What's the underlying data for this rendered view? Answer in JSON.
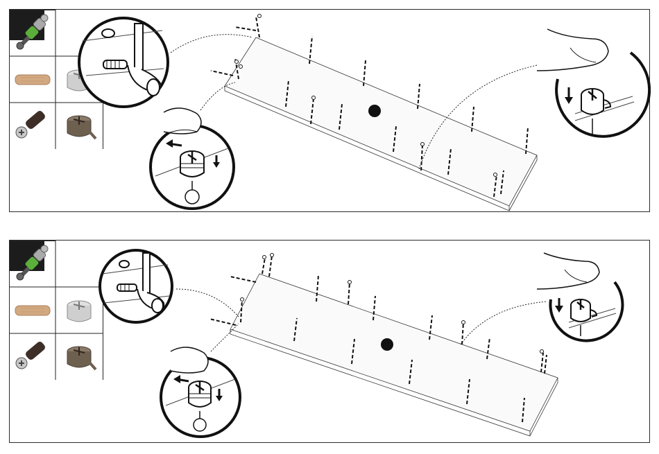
{
  "page": {
    "title": ""
  },
  "colors": {
    "ink": "#1a1a1a",
    "step_box": "#1c1c1c",
    "cam_green": "#5cae3a",
    "dowel_wood": "#d3a982",
    "metal": "#b9b9b9",
    "dark_metal": "#4a4038"
  },
  "panels": [
    {
      "step_label": "",
      "parts": [
        {
          "name": "cam-bolt-green",
          "icon": "cam-bolt-icon"
        },
        {
          "name": "wood-dowel",
          "icon": "wood-dowel-icon"
        },
        {
          "name": "cam-lock-silver",
          "icon": "cam-lock-icon"
        },
        {
          "name": "screw-dowel",
          "icon": "screw-dowel-icon"
        },
        {
          "name": "cam-lock-bronze",
          "icon": "cam-lock-bronze-icon"
        }
      ],
      "details": [
        "dowel-insert-detail",
        "cam-turn-detail",
        "cam-press-detail"
      ]
    },
    {
      "step_label": "",
      "parts": [
        {
          "name": "cam-bolt-green",
          "icon": "cam-bolt-icon"
        },
        {
          "name": "wood-dowel",
          "icon": "wood-dowel-icon"
        },
        {
          "name": "cam-lock-silver",
          "icon": "cam-lock-icon"
        },
        {
          "name": "screw-dowel",
          "icon": "screw-dowel-icon"
        },
        {
          "name": "cam-lock-bronze",
          "icon": "cam-lock-bronze-icon"
        }
      ],
      "details": [
        "dowel-insert-detail",
        "cam-turn-detail",
        "cam-press-detail"
      ]
    }
  ]
}
